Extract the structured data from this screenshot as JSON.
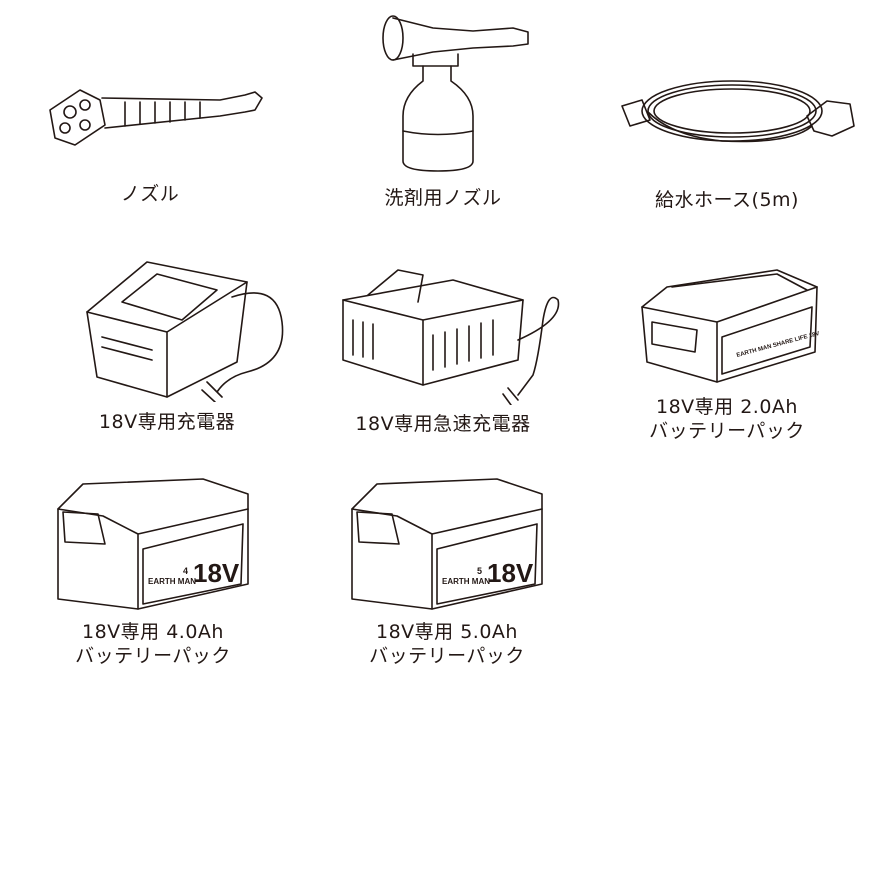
{
  "items": [
    {
      "label": "ノズル",
      "icon": "nozzle-icon"
    },
    {
      "label": "洗剤用ノズル",
      "icon": "foam-nozzle-icon"
    },
    {
      "label": "給水ホース(5m)",
      "icon": "water-hose-icon"
    },
    {
      "label": "18V専用充電器",
      "icon": "charger-icon"
    },
    {
      "label": "18V専用急速充電器",
      "icon": "rapid-charger-icon"
    },
    {
      "label_line1": "18V専用 2.0Ah",
      "label_line2": "バッテリーパック",
      "icon": "battery-2ah-icon"
    },
    {
      "label_line1": "18V専用 4.0Ah",
      "label_line2": "バッテリーパック",
      "icon": "battery-4ah-icon"
    },
    {
      "label_line1": "18V専用 5.0Ah",
      "label_line2": "バッテリーパック",
      "icon": "battery-5ah-icon"
    }
  ],
  "battery_logo": {
    "brand": "EARTH MAN",
    "tagline": "SHARE LIFE",
    "voltage": "18V",
    "capacity_4": "4 Ah",
    "capacity_5": "5 Ah"
  }
}
